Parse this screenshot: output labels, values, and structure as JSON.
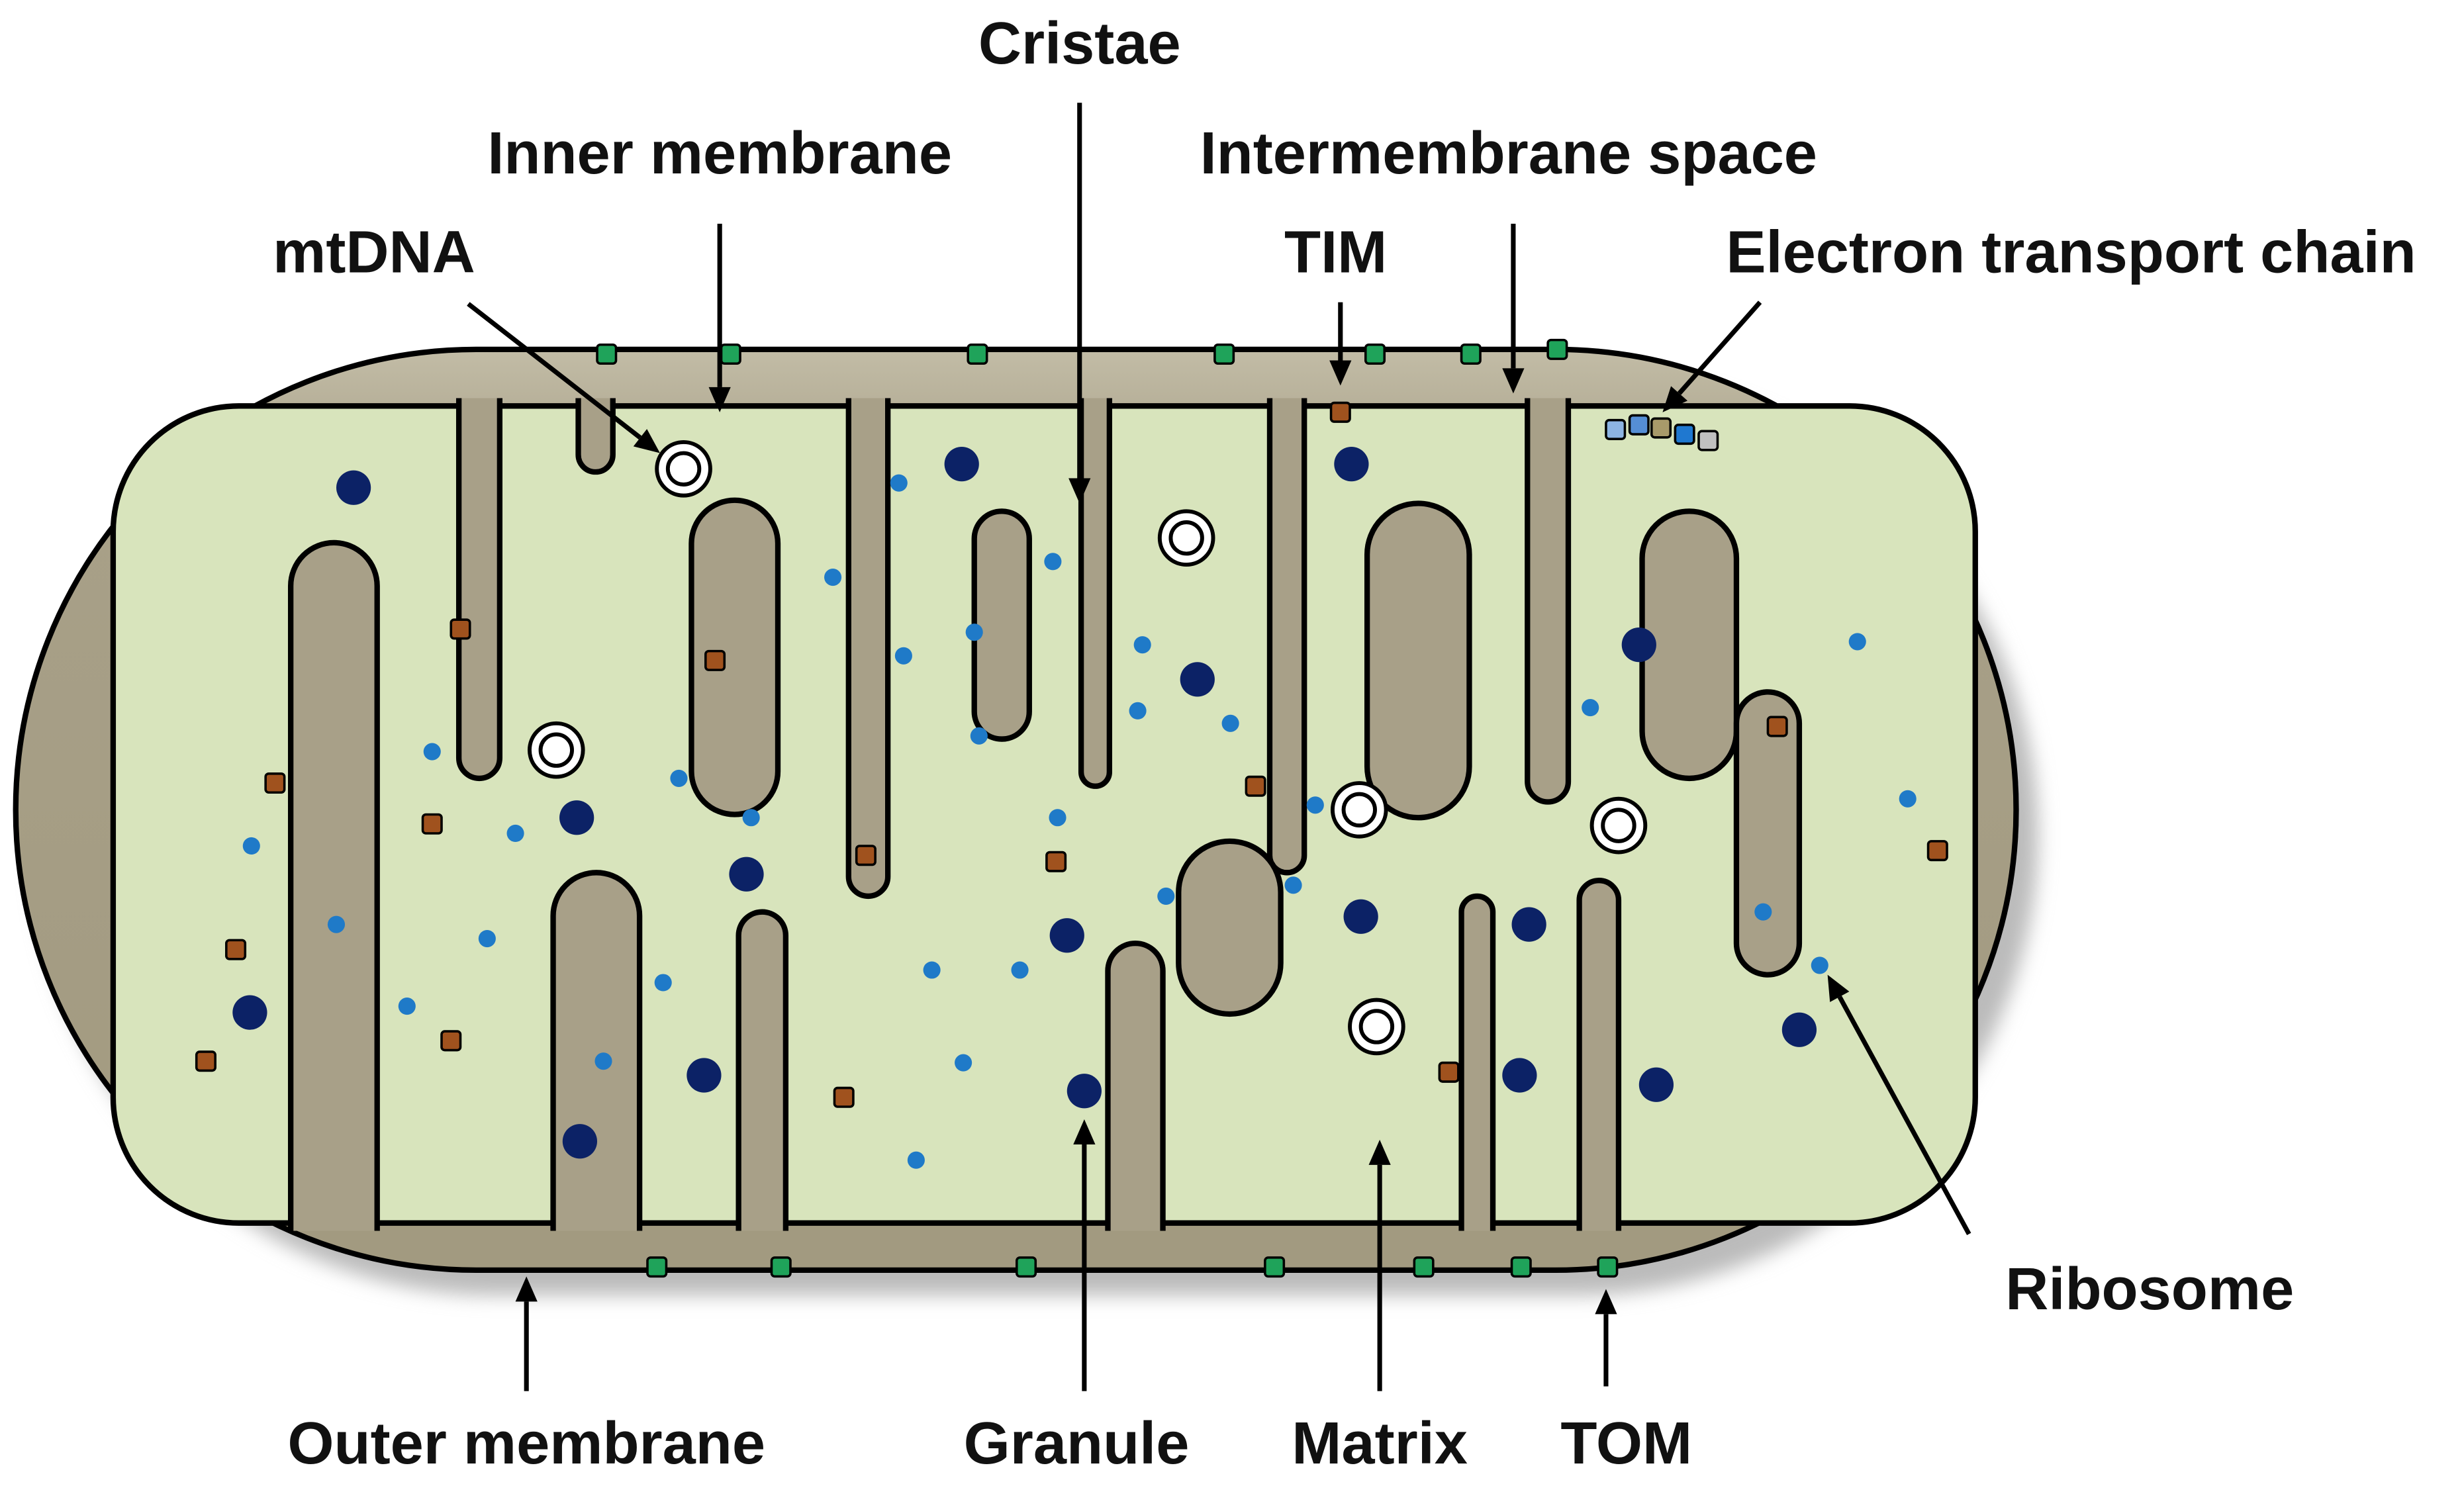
{
  "title": "Mitochondrion structure",
  "labels": {
    "cristae": "Cristae",
    "inner_membrane": "Inner membrane",
    "intermembrane_space": "Intermembrane space",
    "mtdna": "mtDNA",
    "tim": "TIM",
    "etc": "Electron transport chain",
    "ribosome": "Ribosome",
    "outer_membrane": "Outer membrane",
    "granule": "Granule",
    "matrix": "Matrix",
    "tom": "TOM"
  },
  "colors": {
    "intermembrane": "#a8a088",
    "matrix": "#d8e4bc",
    "granule": "#0c2266",
    "ribosome": "#1f7ac8",
    "tim": "#a0521e",
    "tom": "#1fa35a",
    "etc": [
      "#8db4e2",
      "#558ed5",
      "#a89a6a",
      "#1f78d0",
      "#c0c0c0"
    ]
  }
}
